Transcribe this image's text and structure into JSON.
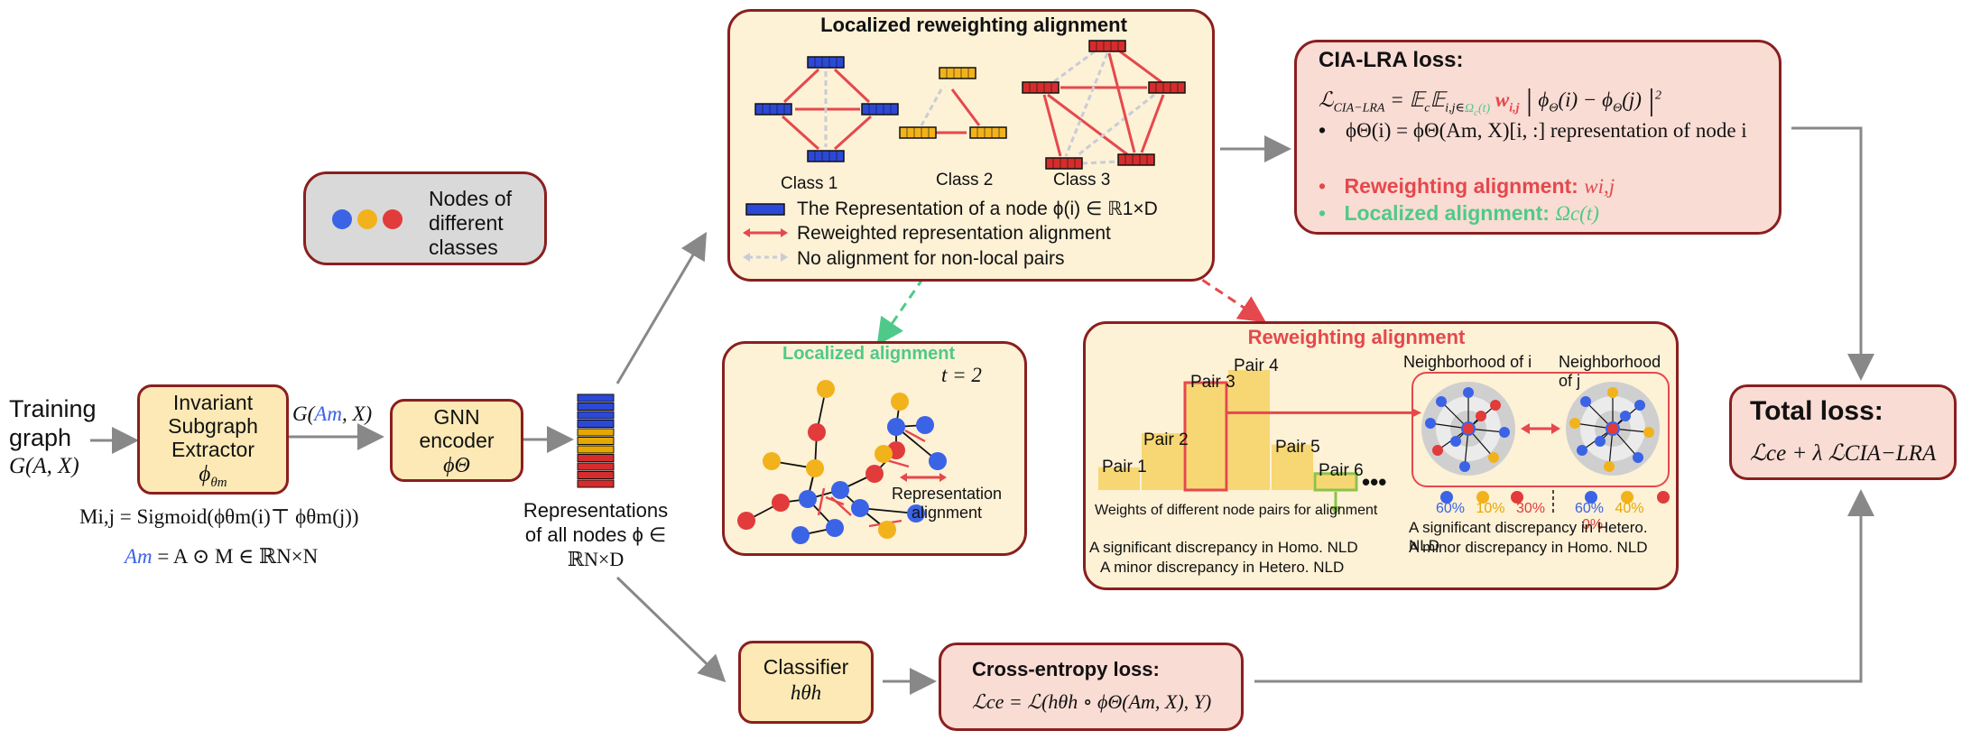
{
  "legend_classes": {
    "label": "Nodes of different classes",
    "colors": [
      "#3b63e6",
      "#f2b21b",
      "#e23b3b"
    ]
  },
  "input": {
    "label_line1": "Training",
    "label_line2": "graph",
    "label_math": "G(A, X)"
  },
  "extractor": {
    "label_line1": "Invariant",
    "label_line2": "Subgraph",
    "label_line3": "Extractor",
    "symbol": "ϕ",
    "subscript": "θm"
  },
  "arrow_extractor_to_encoder": {
    "label_prefix": "G(",
    "label_am": "Am",
    "label_suffix": ", X)"
  },
  "mask_formula": {
    "line1": "Mi,j = Sigmoid(ϕθm(i)⊤ ϕθm(j))",
    "line2_am": "Am",
    "line2_rest": " = A ⊙ M ∈ ℝN×N"
  },
  "encoder": {
    "label_line1": "GNN",
    "label_line2": "encoder",
    "symbol": "ϕΘ"
  },
  "representations": {
    "line1": "Representations",
    "line2": "of all nodes ϕ ∈",
    "line3": "ℝN×D"
  },
  "lra_box": {
    "title": "Localized reweighting alignment",
    "class_labels": [
      "Class 1",
      "Class 2",
      "Class 3"
    ],
    "legend": [
      {
        "text": "The Representation of a node ϕ(i) ∈ ℝ1×D"
      },
      {
        "text": "Reweighted representation alignment"
      },
      {
        "text": "No alignment for non-local pairs"
      }
    ]
  },
  "cia_box": {
    "title": "CIA-LRA loss:",
    "bullet1": "ϕΘ(i) = ϕΘ(Am, X)[i, :] representation of node i",
    "bullet2_label": "Reweighting alignment: ",
    "bullet2_math": "wi,j",
    "bullet3_label": "Localized alignment: ",
    "bullet3_math": "Ωc(t)",
    "colors": {
      "reweight": "#e5484d",
      "localized": "#4fc98a",
      "am": "#3b63e6"
    }
  },
  "localized_box": {
    "title": "Localized alignment",
    "t_label": "t = 2",
    "legend": "Representation alignment"
  },
  "reweight_box": {
    "title": "Reweighting alignment",
    "pairs": [
      "Pair 1",
      "Pair 2",
      "Pair 3",
      "Pair 4",
      "Pair 5",
      "Pair 6"
    ],
    "weights": [
      0.18,
      0.45,
      0.85,
      0.95,
      0.36,
      0.13
    ],
    "axis_caption": "Weights of different node pairs for alignment",
    "neigh_i": "Neighborhood of i",
    "neigh_j": "Neighborhood of j",
    "pct_i": [
      "60%",
      "10%",
      "30%"
    ],
    "pct_j": [
      "60%",
      "40%",
      "0%"
    ],
    "left_note1": "A significant discrepancy in Homo. NLD",
    "left_note2": "A minor discrepancy in Hetero. NLD",
    "right_note1": "A significant discrepancy in Hetero. NLD",
    "right_note2": "A minor discrepancy in Homo. NLD"
  },
  "classifier": {
    "label": "Classifier",
    "symbol": "hθh"
  },
  "ce_box": {
    "title": "Cross-entropy loss:",
    "formula": "ℒce = ℒ(hθh ∘ ϕΘ(Am, X), Y)"
  },
  "total_box": {
    "title": "Total loss:",
    "formula": "ℒce + λ ℒCIA−LRA"
  }
}
